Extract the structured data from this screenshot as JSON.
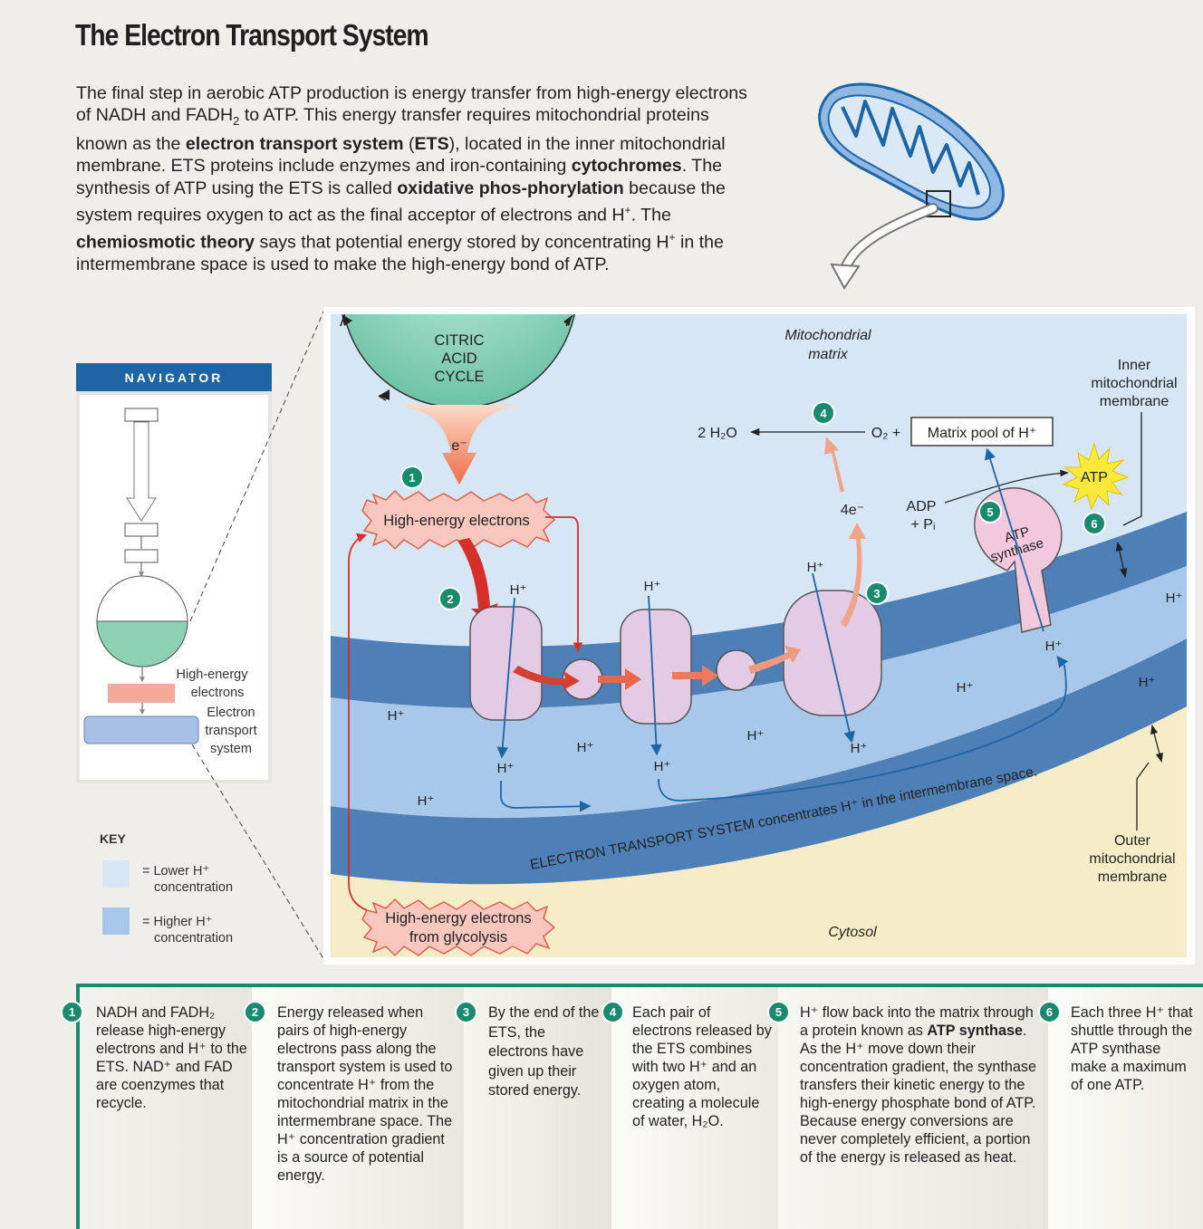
{
  "title": "The Electron Transport System",
  "intro": {
    "p1": "The final step in aerobic ATP production is energy transfer from high-energy electrons of NADH and FADH",
    "sub2": "2",
    "p2": " to ATP. This energy transfer requires mitochondrial proteins known as the ",
    "ets_term": "electron transport system",
    "p3": " (",
    "ets_abbr": "ETS",
    "p4": "), located in the inner mitochondrial membrane. ETS proteins include enzymes and iron-containing ",
    "cyto": "cytochromes",
    "p5": ". The synthesis of ATP using the ETS is called ",
    "oxphos": "oxidative phos-phorylation",
    "p6": " because the system requires oxygen to act as the final acceptor of electrons and H",
    "sup_plus": "+",
    "p7": ". The ",
    "chemi": "chemiosmotic theory",
    "p8": " says that potential energy stored by concentrating H",
    "p9": " in the intermembrane space is used to make the high-energy bond of ATP."
  },
  "navigator": {
    "header": "NAVIGATOR",
    "high_energy_label": "High-energy electrons",
    "ets_label": "Electron transport system"
  },
  "key": {
    "title": "KEY",
    "lower": "= Lower H⁺ concentration",
    "higher": "= Higher H⁺ concentration",
    "lower_color": "#d6e6f5",
    "higher_color": "#a8c8ea"
  },
  "diagram": {
    "citric_acid_cycle": "CITRIC ACID CYCLE",
    "electron": "e⁻",
    "high_energy_electrons": "High-energy electrons",
    "from_glycolysis": "High-energy electrons from glycolysis",
    "mito_matrix": "Mitochondrial matrix",
    "inner_membrane": "Inner mitochondrial membrane",
    "outer_membrane": "Outer mitochondrial membrane",
    "cytosol": "Cytosol",
    "water": "2 H₂O",
    "oxygen": "O₂ +",
    "matrix_pool": "Matrix pool of H⁺",
    "four_e": "4e⁻",
    "adp": "ADP",
    "pi": "+ Pᵢ",
    "atp": "ATP",
    "atp_synthase": "ATP synthase",
    "h_plus": "H⁺",
    "ets_caption": "ELECTRON TRANSPORT SYSTEM concentrates H⁺ in the intermembrane space.",
    "step_numbers": [
      "1",
      "2",
      "3",
      "4",
      "5",
      "6"
    ]
  },
  "steps": [
    {
      "num": "1",
      "text": "NADH and FADH₂ release high-energy electrons and H⁺ to the ETS. NAD⁺ and FAD are coenzymes that recycle."
    },
    {
      "num": "2",
      "text": "Energy released when pairs of high-energy electrons pass along the transport system is used to concentrate H⁺ from the mitochondrial matrix in the intermembrane space. The H⁺ concentration gradient is a source of potential energy."
    },
    {
      "num": "3",
      "text": "By the end of the ETS, the electrons have given up their stored energy."
    },
    {
      "num": "4",
      "text": "Each pair of electrons released by the ETS combines with two H⁺ and an oxygen atom, creating a molecule of water, H₂O."
    },
    {
      "num": "5",
      "text_a": "H⁺ flow back into the matrix through a protein known as ",
      "term": "ATP synthase",
      "text_b": ". As the H⁺ move down their concentration gradient, the synthase transfers their kinetic energy to the high-energy phosphate bond of ATP. Because energy conversions are never completely efficient, a portion of the energy is released as heat."
    },
    {
      "num": "6",
      "text": "Each three H⁺ that shuttle through the ATP synthase make a maximum of one ATP."
    }
  ],
  "colors": {
    "accent_green": "#1a8a6e",
    "navigator_blue": "#1e65a6",
    "membrane_blue": "#4e7fb6",
    "matrix_light": "#d6e6f5",
    "intermembrane": "#a8c8ea",
    "cytosol": "#f7ecc8",
    "protein": "#e3cbe6",
    "arrow_red": "#d62f2a",
    "arrow_salmon": "#ec8a74"
  }
}
